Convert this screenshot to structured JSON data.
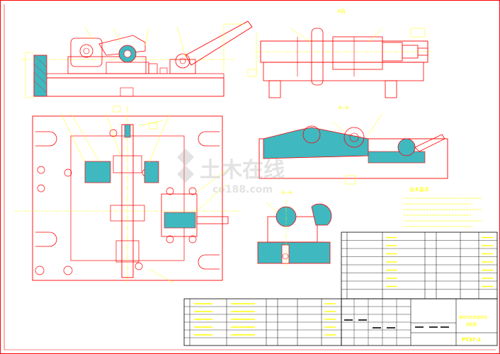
{
  "drawing": {
    "view_label_top": "A向",
    "section_label_bb": "B—B",
    "section_label_aa": "A—A",
    "tech_notes_title": "技术要求",
    "tech_notes_lines": 6,
    "title_block_caption_1": "摆动气缸夹紧机构",
    "title_block_caption_2": "装配图",
    "drawing_code": "PT37-1",
    "watermark_main": "土木在线",
    "watermark_sub": "co188.com"
  },
  "colors": {
    "background": "#ffffff",
    "frame": "#ff0000",
    "part_outline": "#ff0000",
    "centerline": "#ffff00",
    "leader": "#ffff00",
    "hatch_fill": "#3fb8c0",
    "table_lines": "#000000",
    "table_text": "#ffff00",
    "watermark": "#b0b0b0"
  }
}
